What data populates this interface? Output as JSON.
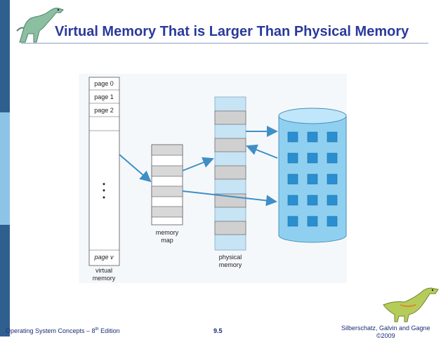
{
  "title": "Virtual Memory That is Larger Than Physical Memory",
  "diagram": {
    "virtual_pages": [
      "page 0",
      "page 1",
      "page 2"
    ],
    "last_page": "page v",
    "virtual_label": [
      "virtual",
      "memory"
    ],
    "map_label": [
      "memory",
      "map"
    ],
    "physical_label": [
      "physical",
      "memory"
    ]
  },
  "footer": {
    "left_prefix": "Operating System Concepts – 8",
    "left_sup": "th",
    "left_suffix": " Edition",
    "center": "9.5",
    "right_line1": "Silberschatz, Galvin and Gagne",
    "right_line2": "©2009"
  },
  "colors": {
    "sidebar_dark": "#2f5f8f",
    "sidebar_light": "#8ec3e8",
    "title": "#2a3a9a",
    "physical_memory": "#c7e4f5",
    "disk": "#8fd0f0",
    "disk_cell": "#2a8fd0"
  }
}
